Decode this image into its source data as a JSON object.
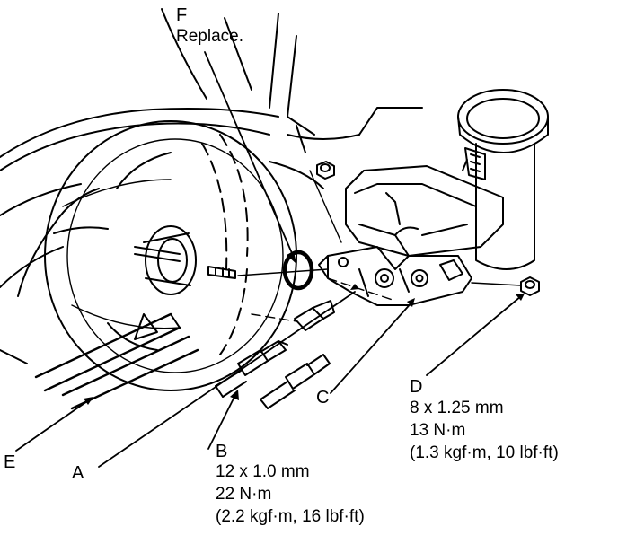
{
  "labels": {
    "F": {
      "letter": "F",
      "note": "Replace."
    },
    "A": {
      "letter": "A"
    },
    "B": {
      "letter": "B",
      "size": "12 x 1.0 mm",
      "torque": "22 N·m",
      "torque_alt": "(2.2 kgf·m, 16 lbf·ft)"
    },
    "C": {
      "letter": "C"
    },
    "D": {
      "letter": "D",
      "size": "8 x 1.25 mm",
      "torque": "13 N·m",
      "torque_alt": "(1.3 kgf·m, 10 lbf·ft)"
    },
    "E": {
      "letter": "E"
    }
  }
}
